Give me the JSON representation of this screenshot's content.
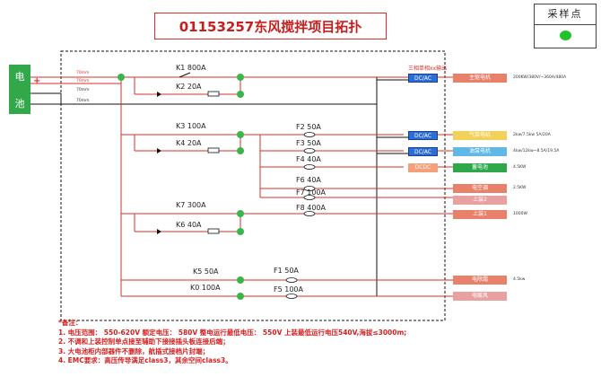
{
  "title": "01153257东风搅拌项目拓扑",
  "sample_point": {
    "label": "采样点",
    "dot_color": "#22c22c"
  },
  "battery": {
    "top_char": "电",
    "bottom_char": "池",
    "plus": "+",
    "minus": "-"
  },
  "cable_labels": [
    "70mm",
    "70mm",
    "70mm",
    "70mm"
  ],
  "main_output_note": "三相单相xx输出",
  "switches": [
    {
      "id": "K1",
      "label": "K1 800A"
    },
    {
      "id": "K2",
      "label": "K2 20A"
    },
    {
      "id": "K3",
      "label": "K3 100A"
    },
    {
      "id": "K4",
      "label": "K4 20A"
    },
    {
      "id": "K7",
      "label": "K7 300A"
    },
    {
      "id": "K6",
      "label": "K6 40A"
    },
    {
      "id": "K5",
      "label": "K5 50A"
    },
    {
      "id": "K0",
      "label": "K0 100A"
    }
  ],
  "fuses": [
    {
      "id": "F2",
      "label": "F2 50A"
    },
    {
      "id": "F3",
      "label": "F3 50A"
    },
    {
      "id": "F4",
      "label": "F4 40A"
    },
    {
      "id": "F6",
      "label": "F6 40A"
    },
    {
      "id": "F7",
      "label": "F7 100A"
    },
    {
      "id": "F8",
      "label": "F8 400A"
    },
    {
      "id": "F1",
      "label": "F1 50A"
    },
    {
      "id": "F5",
      "label": "F5 100A"
    }
  ],
  "converters": [
    {
      "label": "DC/AC"
    },
    {
      "label": "DC/AC"
    },
    {
      "label": "DC/AC"
    },
    {
      "label": "DCDC"
    }
  ],
  "loads": [
    {
      "label": "主驱电机",
      "color": "#e8806a",
      "spec": "200KW/380V/~360A/480A"
    },
    {
      "label": "气泵电机",
      "color": "#f2d15a",
      "spec": "2kw/7.5kw 5A/20A"
    },
    {
      "label": "油泵电机",
      "color": "#5fb8e6",
      "spec": "4kw/12kw~8.5A/19.5A"
    },
    {
      "label": "蓄电池",
      "color": "#2da84a",
      "spec": "4.5KW"
    },
    {
      "label": "电空调",
      "color": "#e8806a",
      "spec": "2.5KW"
    },
    {
      "label": "上装2",
      "color": "#e8a0a0",
      "spec": ""
    },
    {
      "label": "上装1",
      "color": "#e8806a",
      "spec": "1000W"
    },
    {
      "label": "电除霜",
      "color": "#e8806a",
      "spec": "4.5kw"
    },
    {
      "label": "电暖风",
      "color": "#e8a0a0",
      "spec": ""
    }
  ],
  "notes": [
    "*备注：",
    "1. 电压范围：  550-620V   额定电压：  580V    整电运行最低电压：  550V    上装最低运行电压540V,海拔≤3000m;",
    "2. 不调和上装控制单点接至辅助下接接插头板连接后端；",
    "3. 大电池柜内部器件不删除，航插式接档片封端；",
    "4. EMC要求：高压传导满足class3，其余空间class3。"
  ],
  "colors": {
    "wire_red": "#d6312b",
    "wire_black": "#111111",
    "node_green": "#3ab54a"
  }
}
